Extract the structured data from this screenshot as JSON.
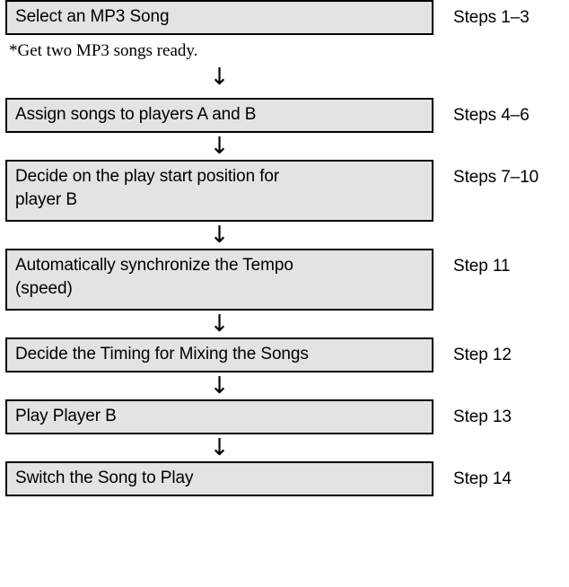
{
  "diagram": {
    "title": "MP3 song mixing procedure flowchart",
    "box_fill_color": "#e3e3e3",
    "box_border_color": "#000000",
    "text_color": "#000000",
    "arrow_glyph": "↓",
    "steps": [
      {
        "id": "select-song",
        "text": "Select an MP3 Song",
        "step_label": "Steps 1–3",
        "note": "*Get two MP3 songs ready."
      },
      {
        "id": "assign-songs",
        "text": "Assign songs to players A and B",
        "step_label": "Steps 4–6",
        "note": null
      },
      {
        "id": "play-start-position",
        "text": "Decide on the play start position for\nplayer B",
        "step_label": "Steps 7–10",
        "note": null
      },
      {
        "id": "synchronize-tempo",
        "text": "Automatically synchronize the Tempo\n(speed)",
        "step_label": "Step 11",
        "note": null
      },
      {
        "id": "mixing-timing",
        "text": "Decide the Timing for Mixing the Songs",
        "step_label": "Step 12",
        "note": null
      },
      {
        "id": "play-player-b",
        "text": "Play Player B",
        "step_label": "Step 13",
        "note": null
      },
      {
        "id": "switch-song",
        "text": "Switch the Song to Play",
        "step_label": "Step 14",
        "note": null
      }
    ]
  }
}
